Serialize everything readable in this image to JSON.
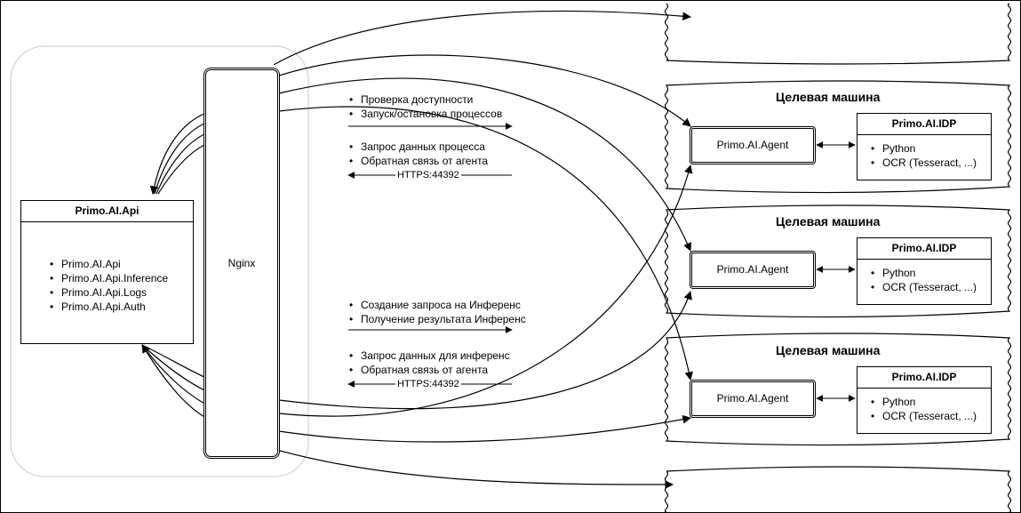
{
  "api": {
    "title": "Primo.AI.Api",
    "items": [
      "Primo.AI.Api",
      "Primo.AI.Api.Inference",
      "Primo.AI.Api.Logs",
      "Primo.AI.Api.Auth"
    ]
  },
  "nginx": {
    "label": "Nginx"
  },
  "flows": {
    "upper": {
      "outgoing": [
        "Проверка доступности",
        "Запуск/остановка  процессов"
      ],
      "incoming": [
        "Запрос данных процесса",
        "Обратная связь от агента"
      ],
      "protocol": "HTTPS:44392"
    },
    "lower": {
      "outgoing": [
        "Создание запроса на Инференс",
        "Получение результата Инференс"
      ],
      "incoming": [
        "Запрос данных для инференс",
        "Обратная связь от агента"
      ],
      "protocol": "HTTPS:44392"
    }
  },
  "machines": [
    {
      "title": "Целевая машина",
      "agent": "Primo.AI.Agent",
      "idp": {
        "title": "Primo.AI.IDP",
        "items": [
          "Python",
          "OCR (Tesseract, ...)"
        ]
      }
    },
    {
      "title": "Целевая машина",
      "agent": "Primo.AI.Agent",
      "idp": {
        "title": "Primo.AI.IDP",
        "items": [
          "Python",
          "OCR (Tesseract, ...)"
        ]
      }
    },
    {
      "title": "Целевая машина",
      "agent": "Primo.AI.Agent",
      "idp": {
        "title": "Primo.AI.IDP",
        "items": [
          "Python",
          "OCR (Tesseract, ...)"
        ]
      }
    }
  ]
}
